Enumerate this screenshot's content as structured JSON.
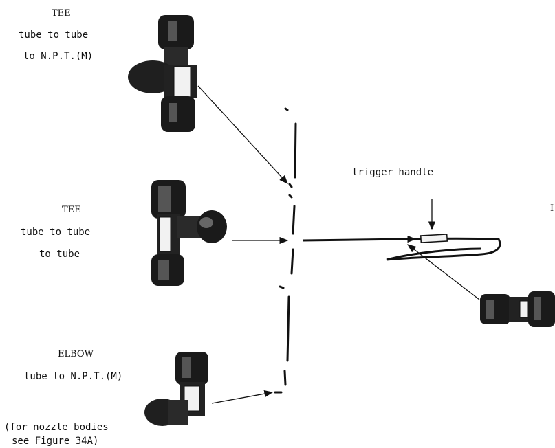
{
  "labels": {
    "tee_npt_title": "TEE",
    "tee_npt_line1": "tube to tube",
    "tee_npt_line2": "to N.P.T.(M)",
    "tee_tube_title": "TEE",
    "tee_tube_line1": "tube to tube",
    "tee_tube_line2": "to tube",
    "elbow_title": "ELBOW",
    "elbow_line1": "tube to N.P.T.(M)",
    "note_line1": "(for nozzle bodies",
    "note_line2": "see Figure 34A)",
    "trigger_handle": "trigger handle",
    "cut_off": "I"
  },
  "colors": {
    "ink": "#111111",
    "fitting_dark": "#1a1a1a",
    "fitting_highlight": "#f2f2f2"
  },
  "icons": {
    "tee_npt_fitting": "tee-fitting-npt-icon",
    "tee_tube_fitting": "tee-fitting-tube-icon",
    "elbow_fitting": "elbow-fitting-icon",
    "union_fitting": "union-fitting-icon"
  }
}
